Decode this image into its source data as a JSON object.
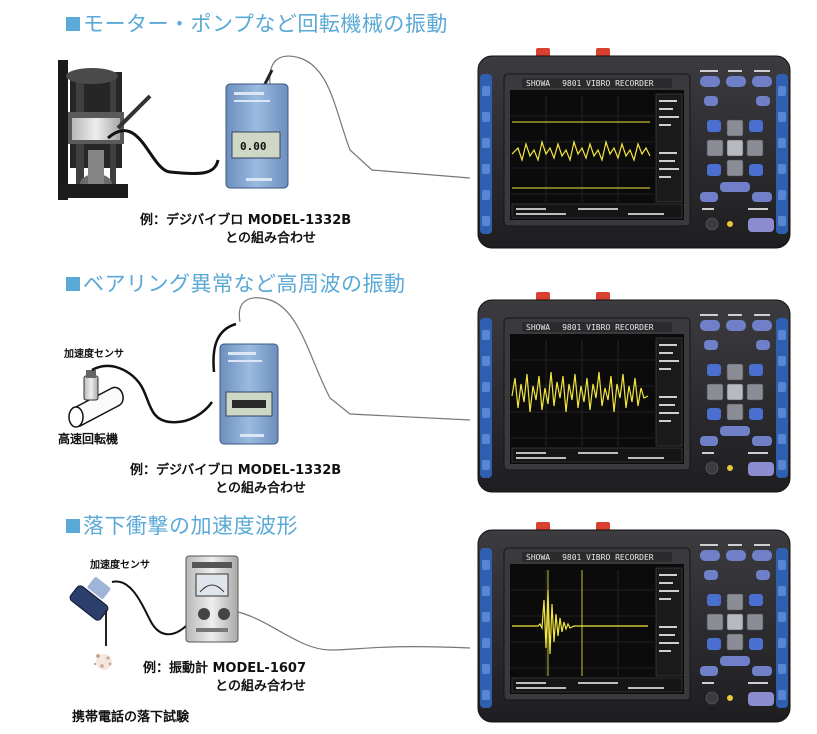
{
  "sections": [
    {
      "heading": "モーター・ポンプなど回転機械の振動",
      "caption_line1": "例：デジバイブロ MODEL-1332B",
      "caption_line2": "との組み合わせ"
    },
    {
      "heading": "ベアリング異常など高周波の振動",
      "sensor_label": "加速度センサ",
      "machine_label": "高速回転機",
      "caption_line1": "例：デジバイブロ MODEL-1332B",
      "caption_line2": "との組み合わせ"
    },
    {
      "heading": "落下衝撃の加速度波形",
      "sensor_label": "加速度センサ",
      "caption_line1": "例：振動計 MODEL-1607",
      "caption_line2": "との組み合わせ",
      "test_label": "携帯電話の落下試験"
    }
  ],
  "recorder": {
    "brand": "SHOWA",
    "model_text": "9801 VIBRO RECORDER"
  },
  "meter_display": "0.00",
  "colors": {
    "heading": "#5aa9d6",
    "recorder_body": "#2b2b2e",
    "recorder_side": "#2f5fb0",
    "screen": "#0b0b0b",
    "trace": "#f2e640",
    "meter_body": "#7aa0cf"
  }
}
